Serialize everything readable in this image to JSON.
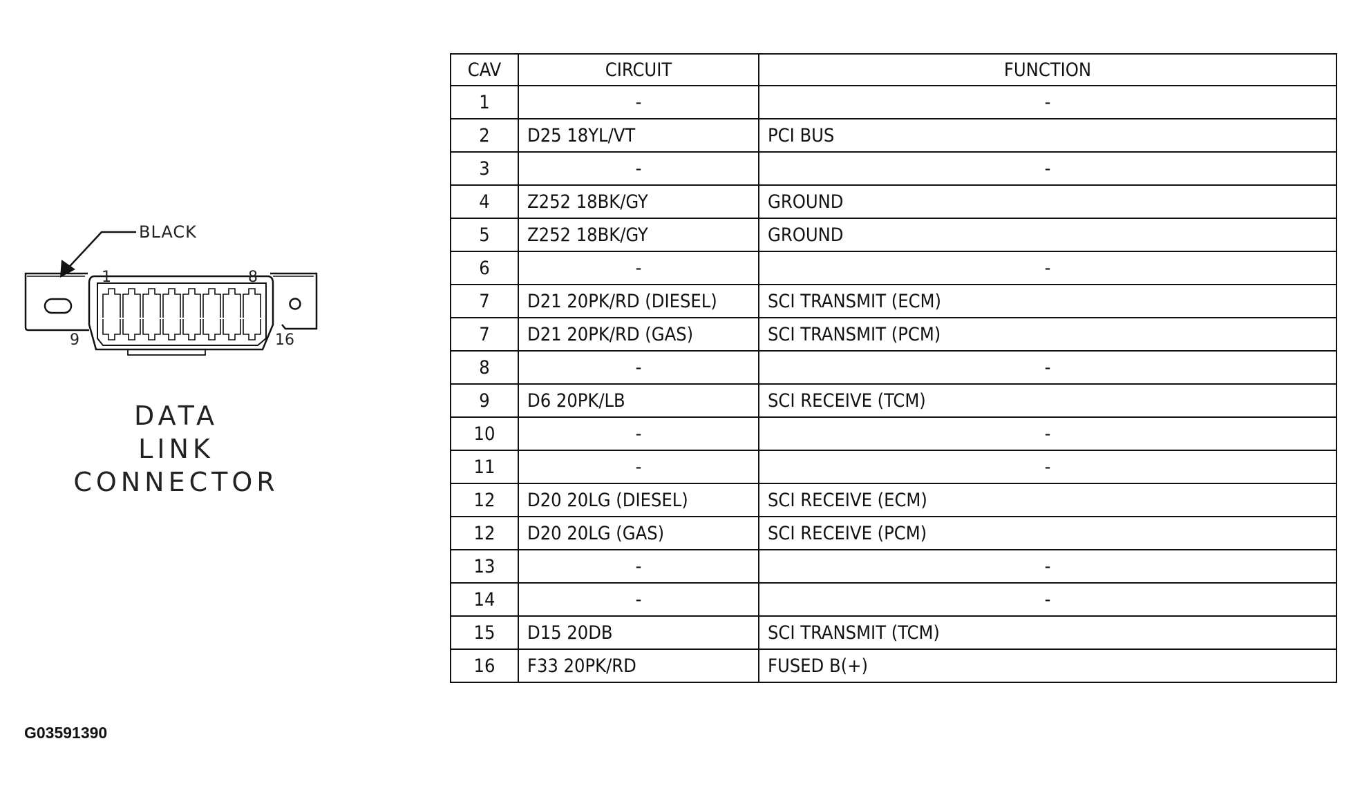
{
  "connector": {
    "title_lines": [
      "DATA",
      "LINK",
      "CONNECTOR"
    ],
    "color_label": "BLACK",
    "pin_labels": {
      "top_left": "1",
      "top_right": "8",
      "bottom_left": "9",
      "bottom_right": "16"
    }
  },
  "table": {
    "headers": [
      "CAV",
      "CIRCUIT",
      "FUNCTION"
    ],
    "rows": [
      {
        "cav": "1",
        "circuit": "-",
        "function": "-"
      },
      {
        "cav": "2",
        "circuit": "D25 18YL/VT",
        "function": "PCI BUS"
      },
      {
        "cav": "3",
        "circuit": "-",
        "function": "-"
      },
      {
        "cav": "4",
        "circuit": "Z252 18BK/GY",
        "function": "GROUND"
      },
      {
        "cav": "5",
        "circuit": "Z252 18BK/GY",
        "function": "GROUND"
      },
      {
        "cav": "6",
        "circuit": "-",
        "function": "-"
      },
      {
        "cav": "7",
        "circuit": "D21 20PK/RD (DIESEL)",
        "function": "SCI TRANSMIT (ECM)"
      },
      {
        "cav": "7",
        "circuit": "D21 20PK/RD (GAS)",
        "function": "SCI TRANSMIT (PCM)"
      },
      {
        "cav": "8",
        "circuit": "-",
        "function": "-"
      },
      {
        "cav": "9",
        "circuit": "D6 20PK/LB",
        "function": "SCI RECEIVE (TCM)"
      },
      {
        "cav": "10",
        "circuit": "-",
        "function": "-"
      },
      {
        "cav": "11",
        "circuit": "-",
        "function": "-"
      },
      {
        "cav": "12",
        "circuit": "D20 20LG (DIESEL)",
        "function": "SCI RECEIVE (ECM)"
      },
      {
        "cav": "12",
        "circuit": "D20 20LG (GAS)",
        "function": "SCI RECEIVE (PCM)"
      },
      {
        "cav": "13",
        "circuit": "-",
        "function": "-"
      },
      {
        "cav": "14",
        "circuit": "-",
        "function": "-"
      },
      {
        "cav": "15",
        "circuit": "D15 20DB",
        "function": "SCI TRANSMIT (TCM)"
      },
      {
        "cav": "16",
        "circuit": "F33 20PK/RD",
        "function": "FUSED B(+)"
      }
    ]
  },
  "figure_id": "G03591390"
}
